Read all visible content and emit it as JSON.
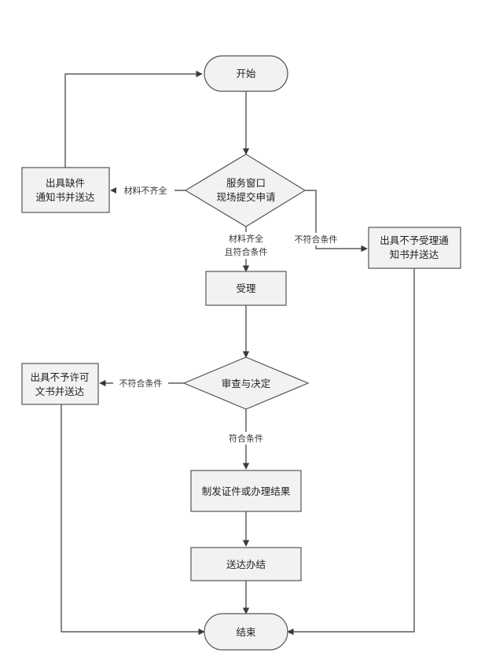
{
  "nodes": {
    "start": "开始",
    "submit_line1": "服务窗口",
    "submit_line2": "现场提交申请",
    "missing_notice_line1": "出具缺件",
    "missing_notice_line2": "通知书并送达",
    "reject_accept_line1": "出具不予受理通",
    "reject_accept_line2": "知书并送达",
    "accept": "受理",
    "review": "审查与决定",
    "deny_line1": "出具不予许可",
    "deny_line2": "文书并送达",
    "issue": "制发证件或办理结果",
    "deliver": "送达办结",
    "end": "结束"
  },
  "edges": {
    "materials_incomplete": "材料不齐全",
    "not_qualified_1": "不符合条件",
    "complete_line1": "材料齐全",
    "complete_line2": "且符合条件",
    "not_qualified_2": "不符合条件",
    "qualified": "符合条件"
  }
}
